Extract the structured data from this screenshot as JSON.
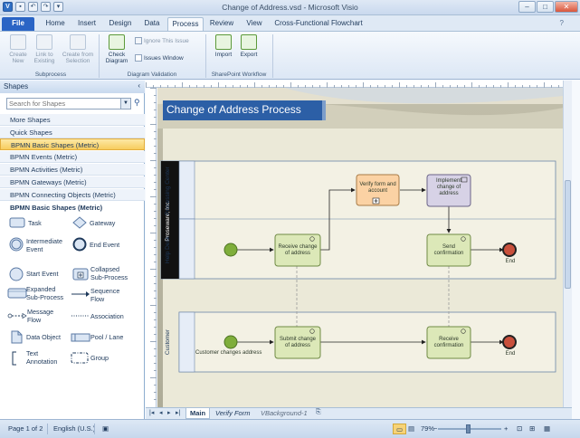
{
  "window": {
    "title": "Change of Address.vsd - Microsoft Visio",
    "min_label": "–",
    "max_label": "□",
    "close_label": "✕"
  },
  "quick_access": [
    "save-icon",
    "undo-icon",
    "redo-icon",
    "customize-icon"
  ],
  "tabs": [
    "File",
    "Home",
    "Insert",
    "Design",
    "Data",
    "Process",
    "Review",
    "View",
    "Cross-Functional Flowchart"
  ],
  "ribbon": {
    "subprocess": {
      "group_label": "Subprocess",
      "create_new": "Create New",
      "link_to_existing": "Link to Existing",
      "create_from_selection": "Create from Selection"
    },
    "validation": {
      "group_label": "Diagram Validation",
      "check_diagram": "Check Diagram",
      "ignore_this_issue": "Ignore This Issue",
      "issues_window": "Issues Window"
    },
    "sharepoint": {
      "group_label": "SharePoint Workflow",
      "import": "Import",
      "export": "Export"
    }
  },
  "shapes_pane": {
    "title": "Shapes",
    "search_placeholder": "Search for Shapes",
    "stencils": [
      "More Shapes",
      "Quick Shapes",
      "BPMN Basic Shapes (Metric)",
      "BPMN Events (Metric)",
      "BPMN Activities (Metric)",
      "BPMN Gateways (Metric)",
      "BPMN Connecting Objects (Metric)"
    ],
    "selected_stencil": "BPMN Basic Shapes (Metric)",
    "stencil_title": "BPMN Basic Shapes (Metric)",
    "shapes": {
      "task": "Task",
      "gateway": "Gateway",
      "intermediate_event_1": "Intermediate",
      "intermediate_event_2": "Event",
      "end_event": "End Event",
      "start_event": "Start Event",
      "collapsed_1": "Collapsed",
      "collapsed_2": "Sub-Process",
      "expanded_1": "Expanded",
      "expanded_2": "Sub-Process",
      "sequence_1": "Sequence",
      "sequence_2": "Flow",
      "message_1": "Message",
      "message_2": "Flow",
      "association": "Association",
      "data_object": "Data Object",
      "pool_lane": "Pool / Lane",
      "text_annotation_1": "Text",
      "text_annotation_2": "Annotation",
      "group": "Group"
    }
  },
  "diagram": {
    "title": "Change of Address Process",
    "pool1": "Proseware, Inc.",
    "lane1": "Processing Center",
    "lane2": "Help Desk",
    "pool2": "Customer",
    "verify_form": [
      "Verify form and",
      "account"
    ],
    "implement_change": [
      "Implement",
      "change of",
      "address"
    ],
    "receive_change": [
      "Receive change",
      "of address"
    ],
    "send_confirmation": [
      "Send",
      "confirmation"
    ],
    "submit_change": [
      "Submit change",
      "of address"
    ],
    "receive_confirmation": [
      "Receive",
      "confirmation"
    ],
    "end_label_1": "End",
    "end_label_2": "End",
    "start_label": "Customer changes address"
  },
  "page_tabs": {
    "main": "Main",
    "verify": "Verify Form",
    "background": "VBackground-1"
  },
  "status": {
    "page": "Page 1 of 2",
    "language": "English (U.S.)",
    "zoom": "79%"
  },
  "colors": {
    "file_tab": "#2a64c5",
    "title_bar": "#1f5fa6",
    "task_green": "#dce8b8",
    "task_orange": "#fbd2a4",
    "task_purple": "#d7d2e6",
    "start_event": "#7fae3b",
    "end_event": "#c9503c"
  }
}
